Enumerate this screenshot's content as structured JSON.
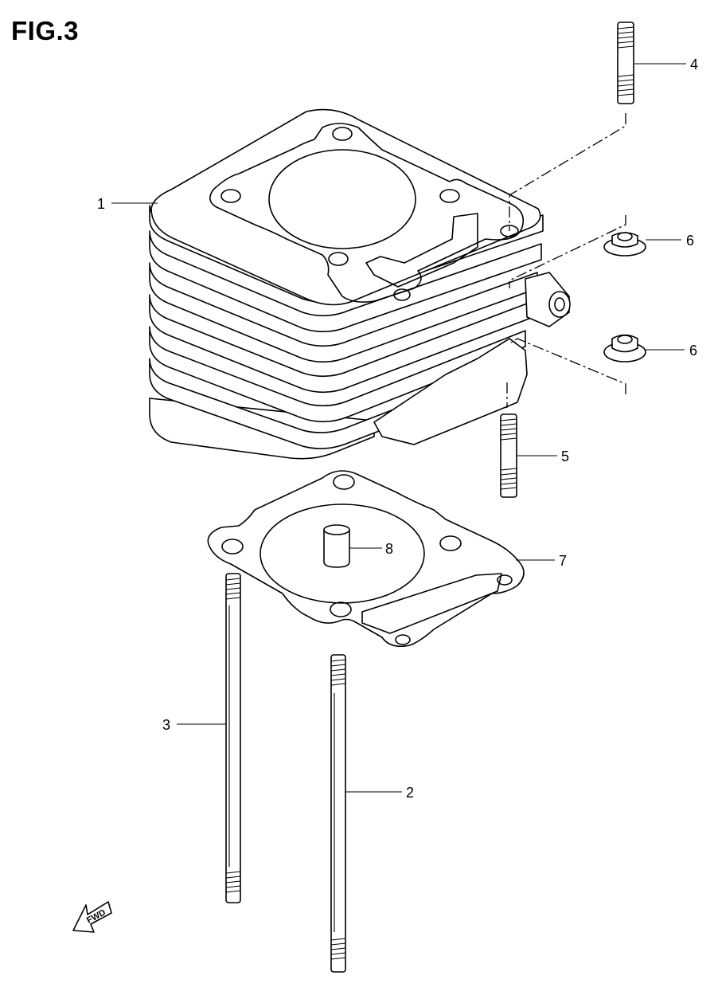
{
  "figure": {
    "title": "FIG.3"
  },
  "callouts": [
    {
      "id": "1"
    },
    {
      "id": "2"
    },
    {
      "id": "3"
    },
    {
      "id": "4"
    },
    {
      "id": "5"
    },
    {
      "id": "6a",
      "label": "6"
    },
    {
      "id": "6b",
      "label": "6"
    },
    {
      "id": "7"
    },
    {
      "id": "8"
    }
  ],
  "callout_labels": {
    "c1": "1",
    "c2": "2",
    "c3": "3",
    "c4": "4",
    "c5": "5",
    "c6a": "6",
    "c6b": "6",
    "c7": "7",
    "c8": "8"
  },
  "fwd_arrow": {
    "label": "FWD"
  },
  "colors": {
    "line": "#000000",
    "background": "#ffffff"
  }
}
